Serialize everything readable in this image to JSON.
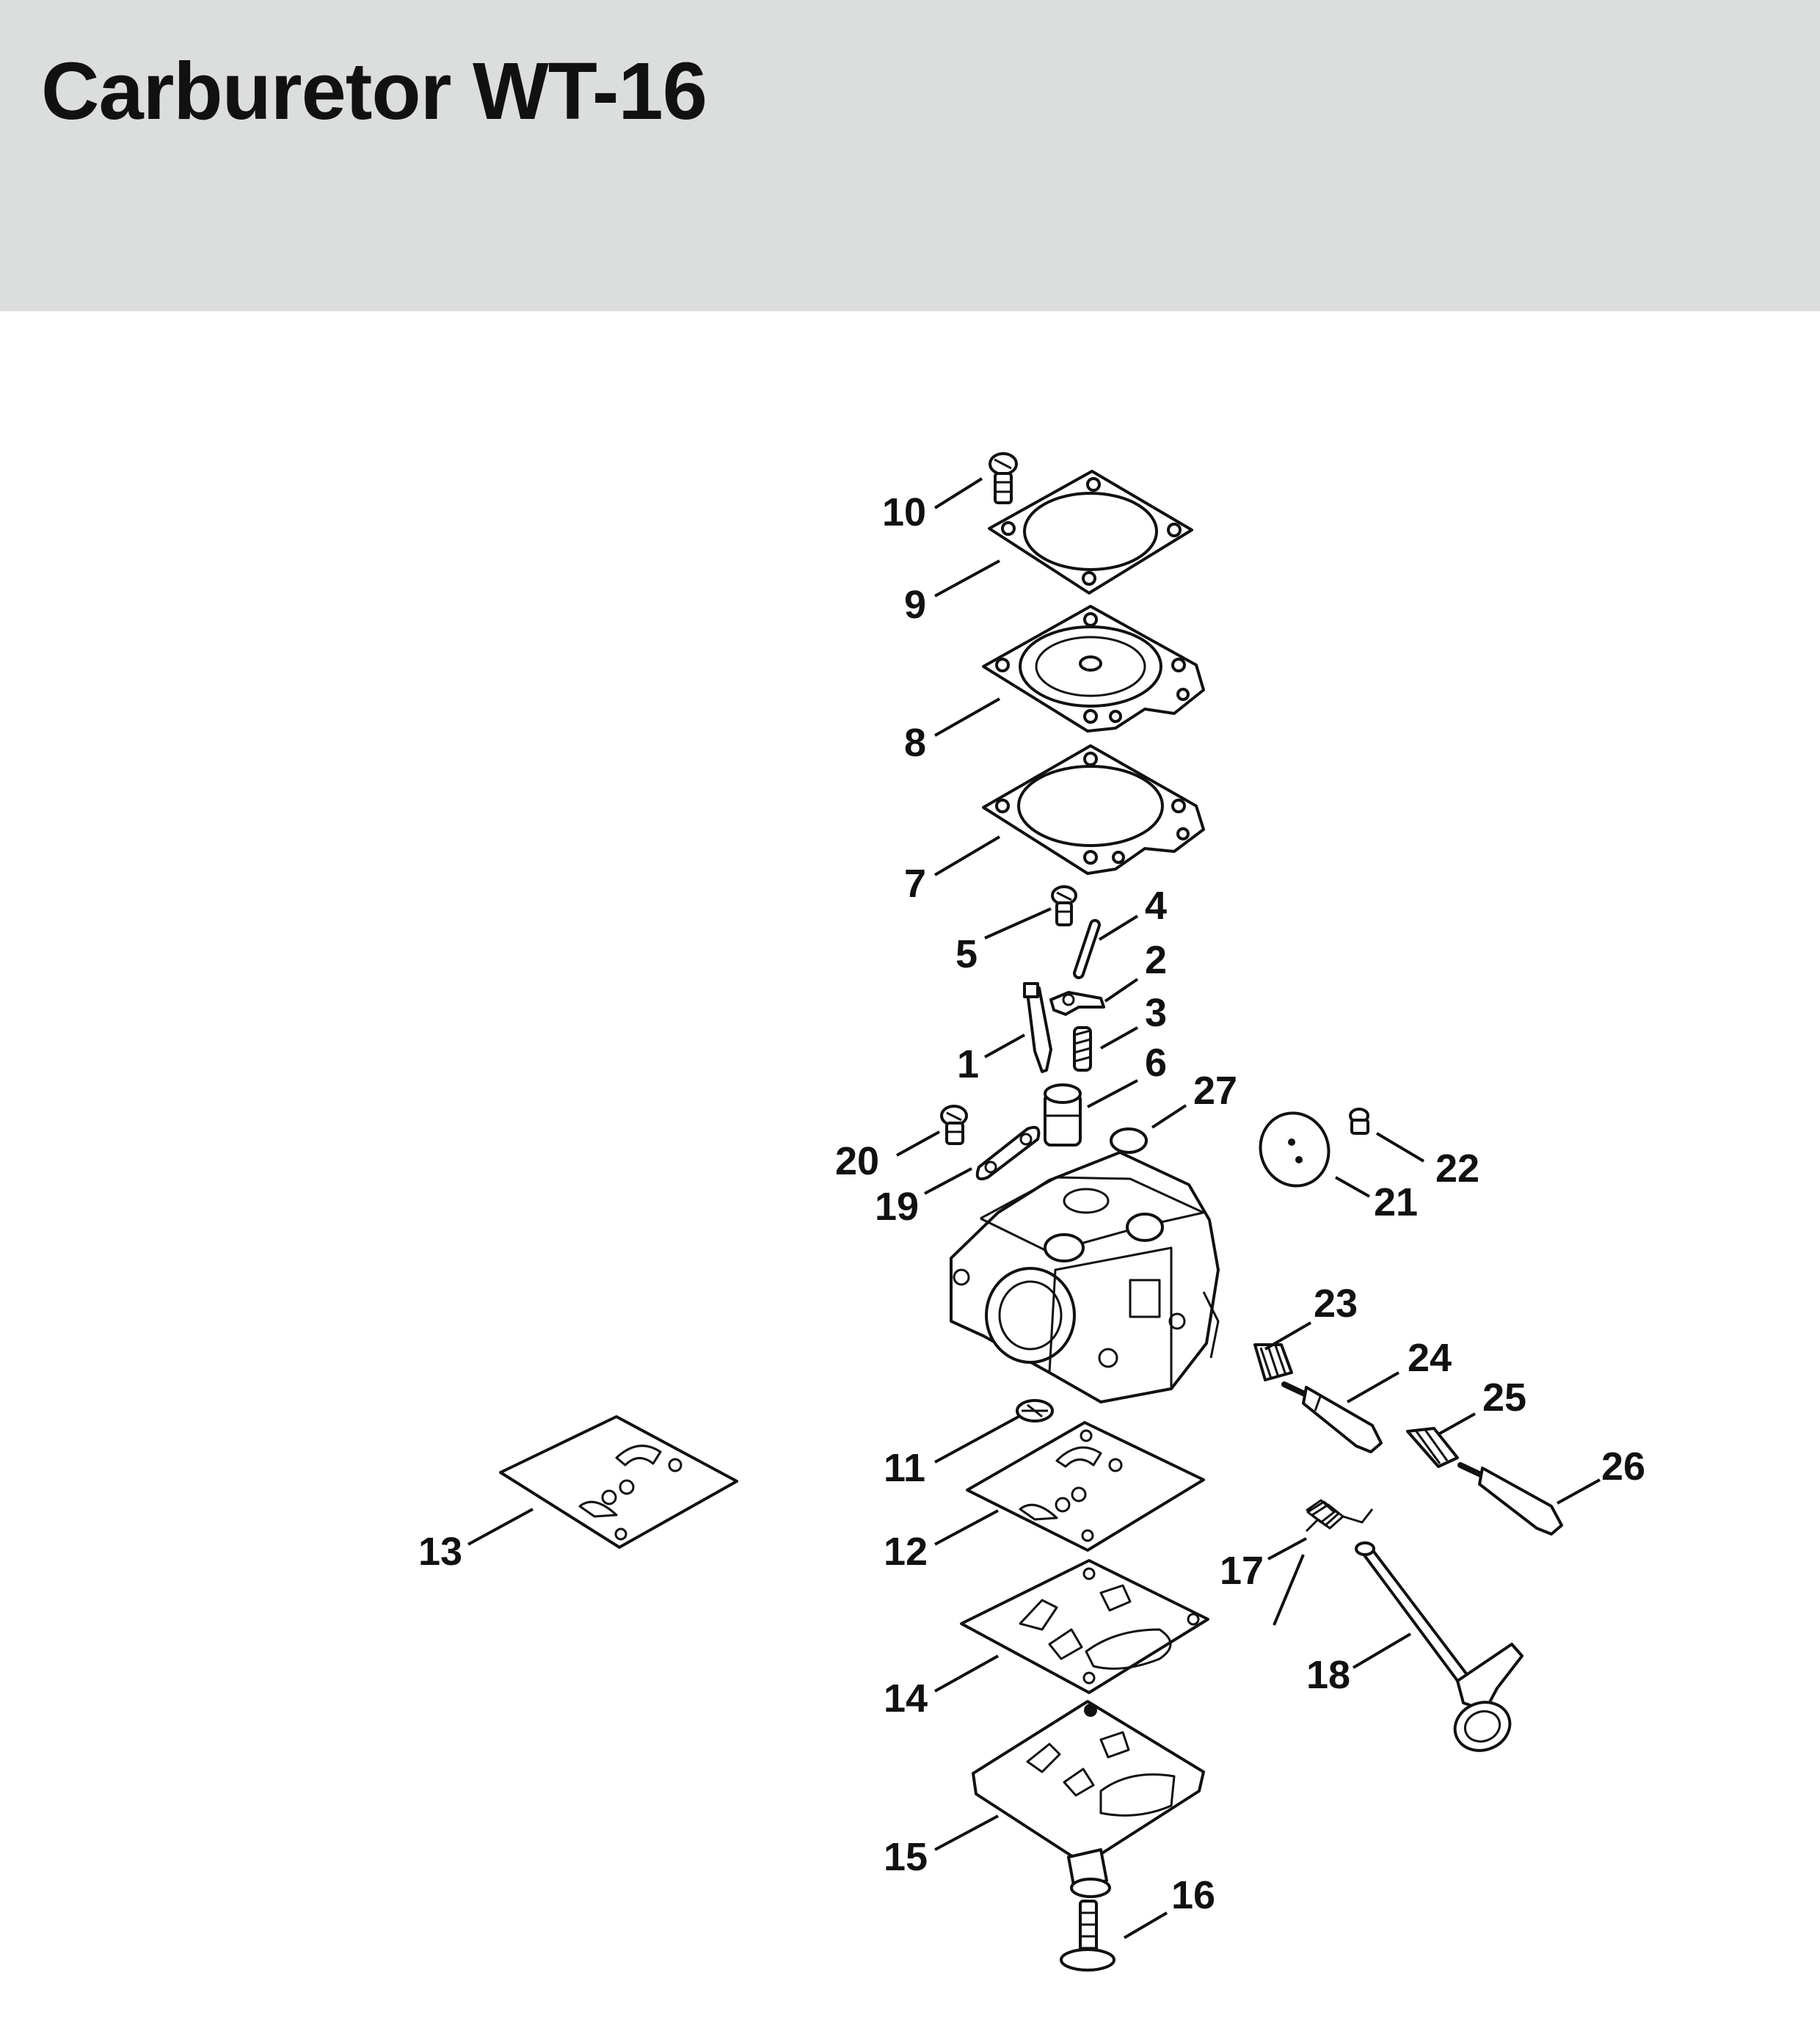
{
  "header": {
    "title": "Carburetor WT-16",
    "background_color": "#dcdedd"
  },
  "diagram": {
    "type": "exploded parts diagram",
    "labels": {
      "p1": "1",
      "p2": "2",
      "p3": "3",
      "p4": "4",
      "p5": "5",
      "p6": "6",
      "p7": "7",
      "p8": "8",
      "p9": "9",
      "p10": "10",
      "p11": "11",
      "p12": "12",
      "p13": "13",
      "p14": "14",
      "p15": "15",
      "p16": "16",
      "p17": "17",
      "p18": "18",
      "p19": "19",
      "p20": "20",
      "p21": "21",
      "p22": "22",
      "p23": "23",
      "p24": "24",
      "p25": "25",
      "p26": "26",
      "p27": "27"
    }
  }
}
